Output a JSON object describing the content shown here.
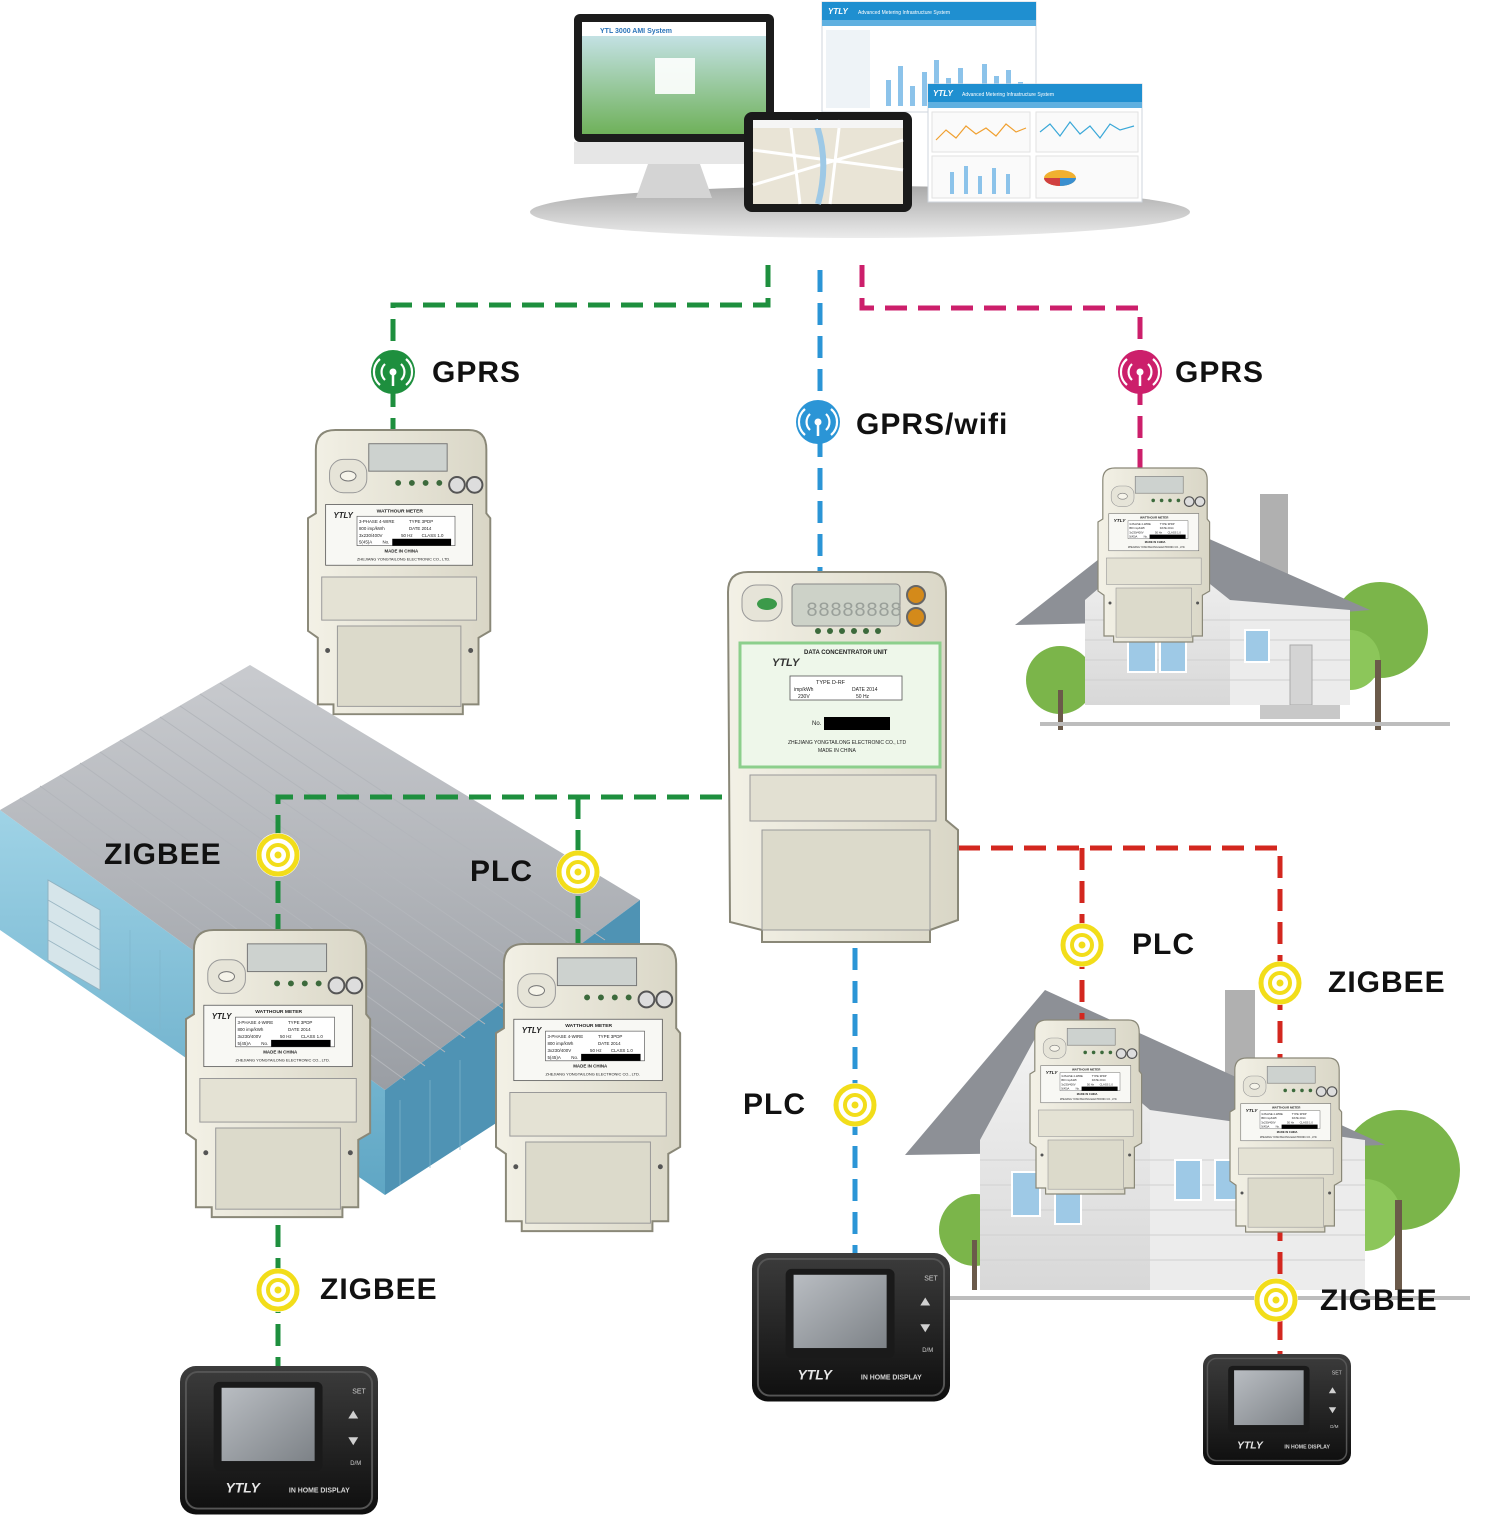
{
  "links": {
    "gprs_left": "GPRS",
    "gprs_center": "GPRS/wifi",
    "gprs_right": "GPRS",
    "zigbee_factory_left": "ZIGBEE",
    "plc_factory_right": "PLC",
    "plc_dcu_down": "PLC",
    "plc_house": "PLC",
    "zigbee_house": "ZIGBEE",
    "zigbee_left_ihd": "ZIGBEE",
    "zigbee_right_ihd": "ZIGBEE"
  },
  "software": {
    "desktop_title": "YTL 3000 AMI System",
    "dashboard_title": "Advanced Metering Infrastructure System",
    "dashboard2_title": "Advanced Metering Infrastructure System",
    "brand": "YTLY"
  },
  "meter": {
    "brand": "YTLY",
    "nameplate_title": "WATTHOUR METER",
    "type_line": "3-PHASE 4-WIRE",
    "type_code": "TYPE 3PDP",
    "const": "800 imp/kWh",
    "date": "DATE 2014",
    "voltage": "3x230/400V",
    "freq": "50 Hz",
    "class": "CLASS 1.0",
    "current": "5(45)A",
    "no_label": "No.",
    "made_in": "MADE IN CHINA",
    "manufacturer": "ZHEJIANG YONGTAILONG ELECTRONIC CO., LTD."
  },
  "dcu": {
    "brand": "YTLY",
    "title": "DATA CONCENTRATOR UNIT",
    "type": "TYPE D-RF",
    "imp": "imp/kWh",
    "date": "DATE 2014",
    "voltage": "230V",
    "freq": "50 Hz",
    "no_label": "No.",
    "manufacturer": "ZHEJIANG YONGTAILONG ELECTRONIC CO., LTD",
    "made_in": "MADE IN CHINA",
    "display": "88888888"
  },
  "ihd": {
    "brand": "YTLY",
    "caption": "IN HOME DISPLAY",
    "btn_set": "SET",
    "btn_dm": "D/M"
  },
  "colors": {
    "green": "#1e8f3e",
    "blue": "#2b95d6",
    "magenta": "#cc1f6b",
    "red": "#d3271f",
    "yellow": "#f2dd1a"
  }
}
